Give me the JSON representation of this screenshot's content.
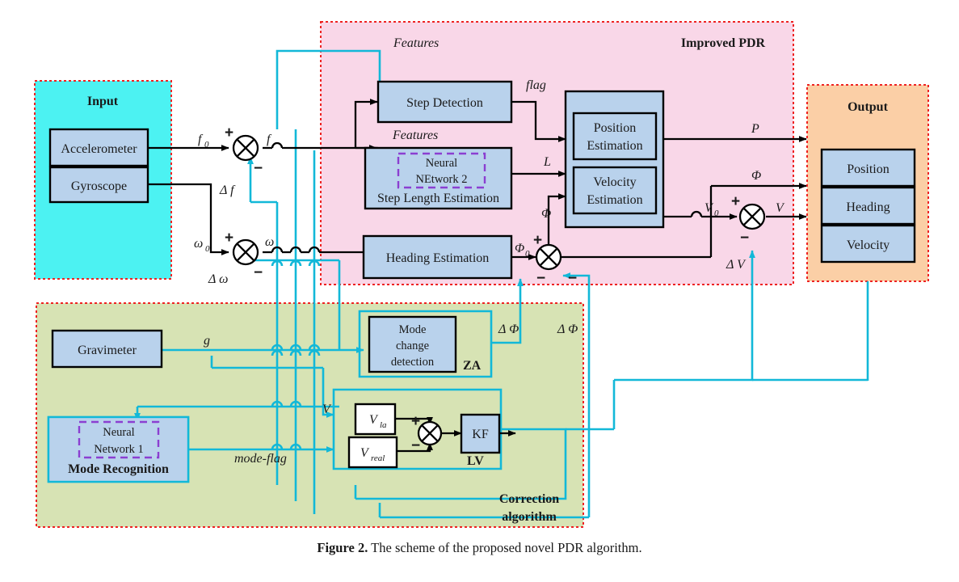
{
  "figure": {
    "caption_label": "Figure 2.",
    "caption_text": " The scheme of the proposed novel PDR algorithm."
  },
  "colors": {
    "input_fill": "#4cf2f2",
    "pdr_fill": "#f9d7e8",
    "output_fill": "#fbcfa6",
    "correction_fill": "#d7e3b4",
    "block_fill": "#b9d2ec",
    "region_border": "#ee2222",
    "cyan_line": "#12b8d8",
    "black_line": "#000000",
    "dashed_nn": "#8b3fd1"
  },
  "regions": {
    "input": {
      "title": "Input"
    },
    "pdr": {
      "title": "Improved PDR"
    },
    "output": {
      "title": "Output"
    },
    "correction": {
      "title_line1": "Correction",
      "title_line2": "algorithm"
    }
  },
  "blocks": {
    "accelerometer": "Accelerometer",
    "gyroscope": "Gyroscope",
    "gravimeter": "Gravimeter",
    "step_detection": "Step Detection",
    "step_length_estimation": "Step Length Estimation",
    "neural_network_2_line1": "Neural",
    "neural_network_2_line2": "NEtwork 2",
    "heading_estimation": "Heading Estimation",
    "position_estimation_line1": "Position",
    "position_estimation_line2": "Estimation",
    "velocity_estimation_line1": "Velocity",
    "velocity_estimation_line2": "Estimation",
    "output_position": "Position",
    "output_heading": "Heading",
    "output_velocity": "Velocity",
    "mode_change_detection_line1": "Mode",
    "mode_change_detection_line2": "change",
    "mode_change_detection_line3": "detection",
    "za_label": "ZA",
    "lv_label": "LV",
    "v_la": "V",
    "v_la_sub": "la",
    "v_real": "V",
    "v_real_sub": "real",
    "kf": "KF",
    "neural_network_1_line1": "Neural",
    "neural_network_1_line2": "Network 1",
    "mode_recognition": "Mode Recognition"
  },
  "signals": {
    "f0": "f",
    "f0_sub": "0",
    "f": "f",
    "delta_f": "Δ f",
    "omega0": "ω",
    "omega0_sub": "0",
    "omega": "ω",
    "delta_omega": "Δ  ω",
    "features_top": "Features",
    "features_mid": "Features",
    "flag": "flag",
    "L": "L",
    "phi_in": "Φ",
    "phi0": "Φ",
    "phi0_sub": "0",
    "P": "P",
    "Phi_out": "Φ",
    "V0": "V",
    "V0_sub": "0",
    "V": "V",
    "delta_V": "Δ V",
    "g": "g",
    "delta_phi_1": "Δ  Φ",
    "delta_phi_2": "Δ  Φ",
    "V_lv": "V",
    "mode_flag": "mode-flag",
    "plus": "+",
    "minus": "−"
  }
}
